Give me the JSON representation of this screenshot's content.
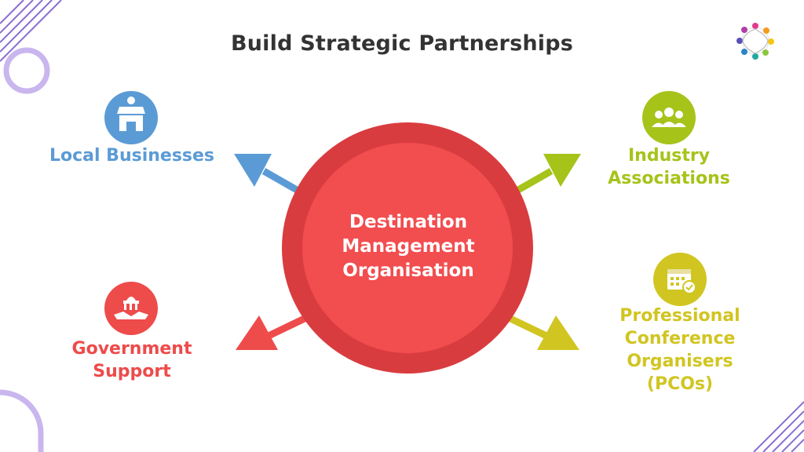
{
  "title": "Build Strategic Partnerships",
  "center": {
    "lines": [
      "Destination",
      "Management",
      "Organisation"
    ],
    "color": "#f24d4f",
    "ring_color": "#d93c3f"
  },
  "nodes": {
    "local_businesses": {
      "lines": [
        "Local Businesses"
      ],
      "color": "#5b9bd5",
      "icon": "shop-icon"
    },
    "industry_associations": {
      "lines": [
        "Industry",
        "Associations"
      ],
      "color": "#a6c31a",
      "icon": "group-icon"
    },
    "government_support": {
      "lines": [
        "Government",
        "Support"
      ],
      "color": "#ee4b4b",
      "icon": "government-handshake-icon"
    },
    "pcos": {
      "lines": [
        "Professional",
        "Conference",
        "Organisers",
        "(PCOs)"
      ],
      "color": "#d1c521",
      "icon": "calendar-check-icon"
    }
  }
}
